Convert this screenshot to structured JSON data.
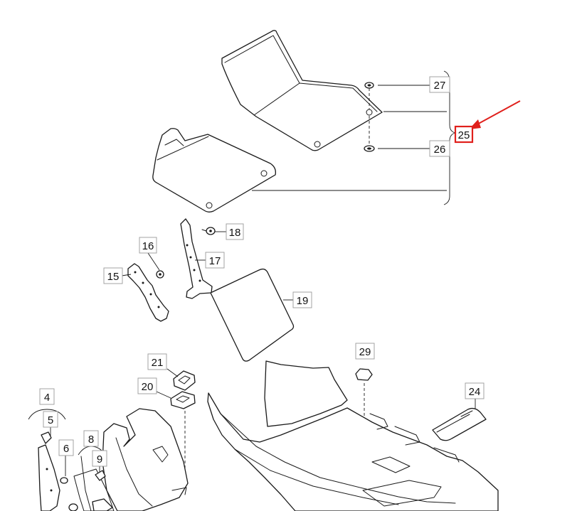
{
  "labels": {
    "p4": "4",
    "p5": "5",
    "p6": "6",
    "p8": "8",
    "p9": "9",
    "p15": "15",
    "p16": "16",
    "p17": "17",
    "p18": "18",
    "p19": "19",
    "p20": "20",
    "p21": "21",
    "p24": "24",
    "p25": "25",
    "p26": "26",
    "p27": "27",
    "p29": "29"
  },
  "highlight": {
    "label": "25",
    "color": "#e0201c"
  }
}
